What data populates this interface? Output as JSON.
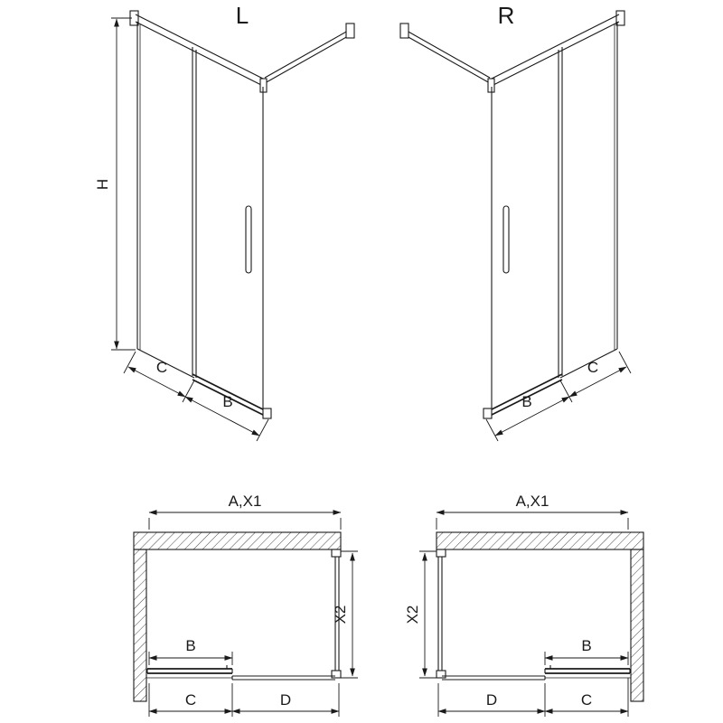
{
  "colors": {
    "background": "#ffffff",
    "line": "#1a1a1a"
  },
  "views": {
    "elevation_left": {
      "title": "L",
      "dim_height": "H",
      "dim_side": "C",
      "dim_door": "B"
    },
    "elevation_right": {
      "title": "R",
      "dim_door": "B",
      "dim_side": "C"
    },
    "plan_left": {
      "dim_width": "A,X1",
      "dim_depth": "X2",
      "dim_door": "B",
      "dim_bottom_left": "C",
      "dim_bottom_right": "D"
    },
    "plan_right": {
      "dim_width": "A,X1",
      "dim_depth": "X2",
      "dim_door": "B",
      "dim_bottom_left": "D",
      "dim_bottom_right": "C"
    }
  }
}
